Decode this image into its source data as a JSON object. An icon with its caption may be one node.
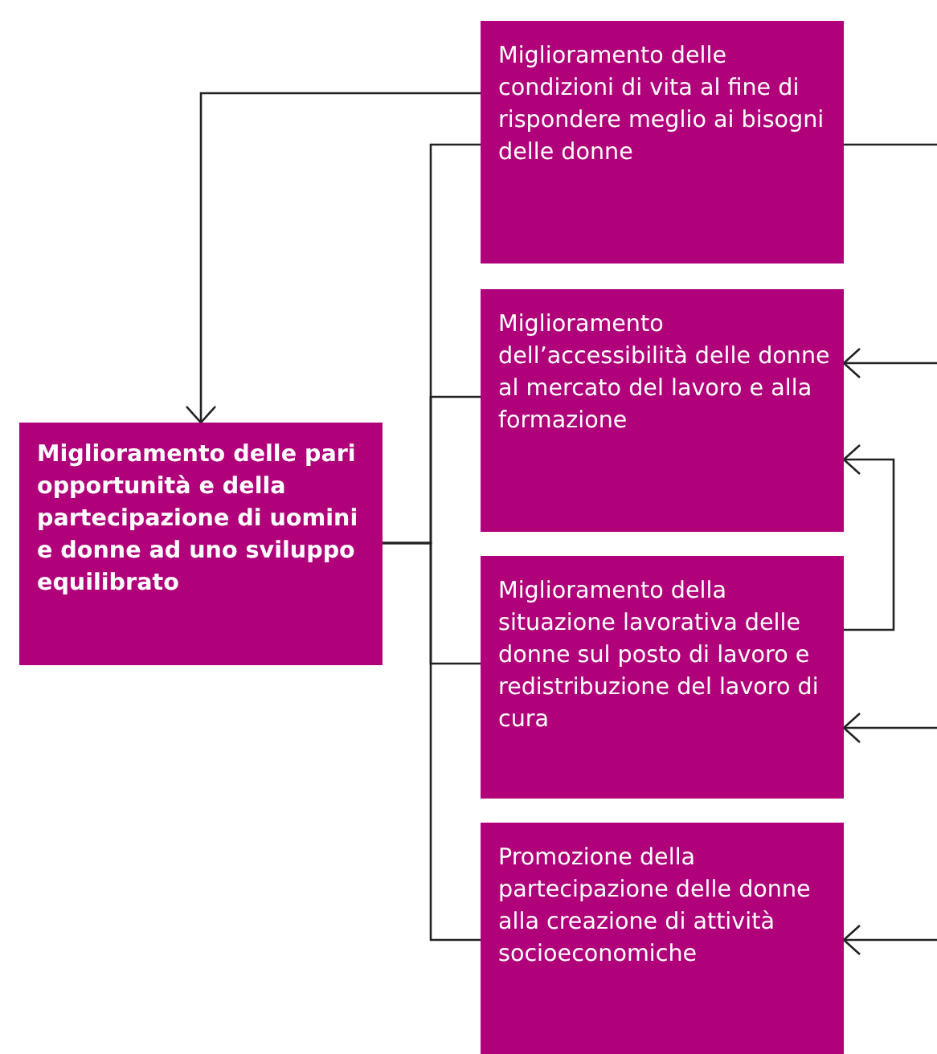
{
  "diagram": {
    "nodes": [
      {
        "text": [
          "Miglioramento delle pari opportunità e della partecipazione di uomini e donne ad uno sviluppo equilibrato"
        ]
      },
      {
        "text": [
          "Miglioramento delle condizioni di vita al fine di rispondere meglio ai bisogni delle donne"
        ]
      },
      {
        "text": [
          "Miglioramento dell’accessibilità delle donne al mercato del lavoro e alla formazione"
        ]
      },
      {
        "text": [
          "Miglioramento della situazione lavorativa delle donne sul posto di lavoro e redistribuzione del lavoro di cura"
        ]
      },
      {
        "text": [
          "Promozione della partecipazione delle donne alla creazione di attività socioeconomiche"
        ]
      }
    ],
    "edges": [
      {
        "from": 0,
        "to": 1,
        "arrow": "none"
      },
      {
        "from": 0,
        "to": 2,
        "arrow": "none"
      },
      {
        "from": 0,
        "to": 3,
        "arrow": "none"
      },
      {
        "from": 0,
        "to": 4,
        "arrow": "none"
      },
      {
        "from": 1,
        "to": 0,
        "arrow": "to"
      },
      {
        "from": 1,
        "to": null,
        "arrow": "none"
      },
      {
        "from": null,
        "to": 2,
        "arrow": "to"
      },
      {
        "from": 3,
        "to": 2,
        "arrow": "to"
      },
      {
        "from": null,
        "to": 3,
        "arrow": "to"
      },
      {
        "from": null,
        "to": 4,
        "arrow": "to"
      }
    ]
  }
}
